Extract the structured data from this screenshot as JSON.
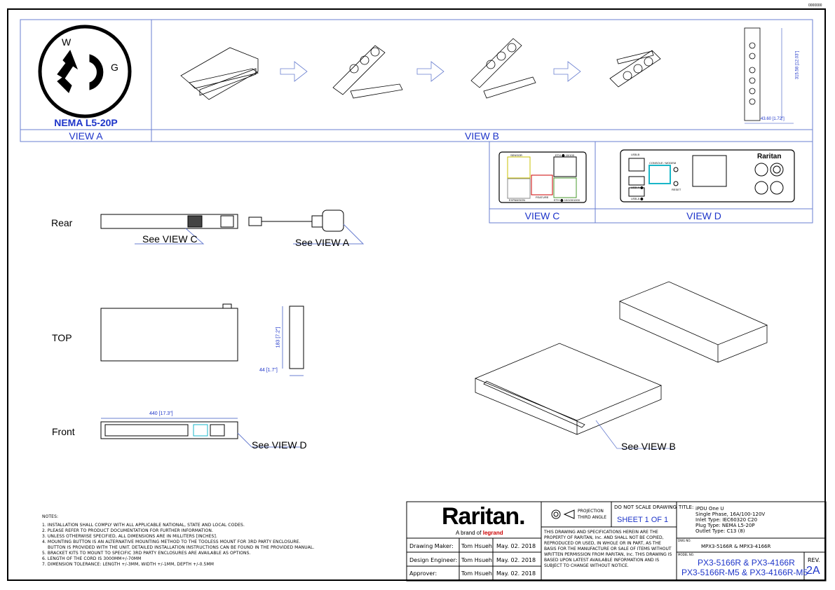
{
  "top_right_code": "0000000",
  "views": {
    "a": {
      "plug_name": "NEMA L5-20P",
      "label": "VIEW A",
      "pin_w": "W",
      "pin_g": "G"
    },
    "b": {
      "label": "VIEW B",
      "dim_height": "315.58 [12.03\"]",
      "dim_width": "43.60 [1.72\"]"
    },
    "c": {
      "label": "VIEW C",
      "port_sensor": "SENSOR",
      "port_expansion": "EXPANSION",
      "port_feature": "FEATURE",
      "port_eth1": "ETH ⬤ 10/100",
      "port_eth2": "ETH ⬤ 10/100/1000"
    },
    "d": {
      "label": "VIEW D",
      "usb_b": "USB-B",
      "usb_a1": "USB-A ⬤",
      "usb_a2": "USB-A ⬤",
      "console": "CONSOLE / MODEM",
      "reset": "RESET",
      "brand": "Raritan"
    }
  },
  "drawing": {
    "rear_label": "Rear",
    "top_label": "TOP",
    "front_label": "Front",
    "see_view_c": "See VIEW C",
    "see_view_a": "See VIEW A",
    "see_view_d": "See VIEW D",
    "see_view_b": "See VIEW B",
    "dim_top_height": "183 [7.2\"]",
    "dim_top_depth": "44 [1.7\"]",
    "dim_front_width": "440 [17.3\"]"
  },
  "notes": {
    "title": "NOTES:",
    "items": [
      "1. INSTALLATION SHALL COMPLY WITH ALL APPLICABLE NATIONAL, STATE AND LOCAL CODES.",
      "2. PLEASE REFER TO PRODUCT DOCUMENTATION FOR FURTHER INFORMATION.",
      "3. UNLESS OTHERWISE SPECIFIED, ALL DIMENSIONS ARE IN MILLITERS [INCHES].",
      "4. MOUNTING BUTTON IS AN ALTERNATIVE MOUNTING METHOD TO THE TOOLESS MOUNT FOR 3RD PARTY ENCLOSURE.",
      "    BUTTON IS PROVIDED WITH THE UNIT. DETAILED INSTALLATION INSTRUCTIONS CAN BE FOUND IN THE PROVIDED MANUAL.",
      "5. BRACKET KITS TO MOUNT TO SPECIFIC 3RD PARTY ENCLOSURES ARE AVAILABLE AS OPTIONS.",
      "6. LENGTH OF THE CORD IS 3000MM+/-70MM",
      "7. DIMENSION TOLERANCE: LENGTH +/-3MM, WIDTH +/-1MM, DEPTH +/-0.5MM"
    ]
  },
  "title_block": {
    "logo": "Raritan.",
    "logo_sub": "A brand of",
    "logo_legrand": "legrand",
    "roles": [
      {
        "role": "Drawing Maker:",
        "name": "Tom Hsueh",
        "date": "May. 02. 2018"
      },
      {
        "role": "Design Engineer:",
        "name": "Tom Hsueh",
        "date": "May. 02. 2018"
      },
      {
        "role": "Approver:",
        "name": "Tom Hsueh",
        "date": "May. 02. 2018"
      }
    ],
    "projection_line1": "PROJECTION",
    "projection_line2": "THIRD ANGLE",
    "do_not_scale": "DO NOT SCALE DRAWING",
    "sheet": "SHEET 1 OF 1",
    "disclaimer": "THIS DRAWING AND SPECIFICATIONS HEREIN ARE THE PROPERTY OF RARITAN, Inc. AND SHALL NOT BE COPIED, REPRODUCED OR USED, IN WHOLE OR IN PART, AS THE BASIS FOR THE MANUFACTURE OR SALE OF ITEMS WITHOUT WRITTEN PERMISSION FROM RARITAN, Inc. THIS DRAWING IS BASED UPON LATEST AVAILABLE INFORMATION AND IS SUBJECT TO CHANGE WITHOUT NOTICE.",
    "title_label": "TITLE:",
    "title_lines": [
      "iPDU One U",
      "Single Phase, 16A/100-120V",
      "Inlet Type: IEC60320 C20",
      "Plug Type: NEMA L5-20P",
      "Outlet Type: C13 (8)"
    ],
    "dwg_label": "DWG NO.",
    "dwg_no": "MPX3-5166R & MPX3-4166R",
    "model_label": "MODEL NO.",
    "model_line1": "PX3-5166R & PX3-4166R",
    "model_line2": "PX3-5166R-M5 & PX3-4166R-M5",
    "rev_label": "REV.",
    "rev": "2A"
  }
}
